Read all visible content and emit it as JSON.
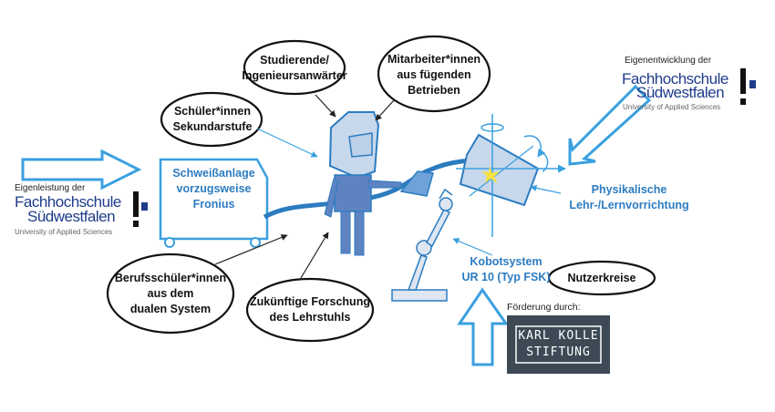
{
  "ellipses": {
    "studierende": [
      "Studierende/",
      "Ingenieursanwärter"
    ],
    "mitarbeiter": [
      "Mitarbeiter*innen",
      "aus  fügenden",
      "Betrieben"
    ],
    "schueler": [
      "Schüler*innen",
      "Sekundarstufe"
    ],
    "berufsschueler": [
      "Berufsschüler*innen",
      "aus dem",
      "dualen System"
    ],
    "forschung": [
      "Zukünftige Forschung",
      "des Lehrstuhls"
    ],
    "nutzerkreise": [
      "Nutzerkreise"
    ]
  },
  "blue_labels": {
    "schweissanlage": [
      "Schweißanlage",
      "vorzugsweise",
      "Fronius"
    ],
    "physikalische": [
      "Physikalische",
      "Lehr-/Lernvorrichtung"
    ],
    "kobotsystem": [
      "Kobotsystem",
      "UR 10 (Typ FSK)"
    ]
  },
  "logo_left": {
    "caption": "Eigenleistung der",
    "line1": "Fachhochschule",
    "line2": "Südwestfalen",
    "line3": "University of Applied Sciences"
  },
  "logo_right": {
    "caption": "Eigenentwicklung der",
    "line1": "Fachhochschule",
    "line2": "Südwestfalen",
    "line3": "University of Applied Sciences"
  },
  "funding": {
    "caption": "Förderung durch:",
    "line1": "KARL KOLLE",
    "line2": "STIFTUNG"
  },
  "colors": {
    "accent_blue": "#2c7cc0",
    "arrow_blue": "#3aa0e0",
    "logo_navy": "#1f3c8a",
    "funding_bg": "#3d4a56"
  }
}
